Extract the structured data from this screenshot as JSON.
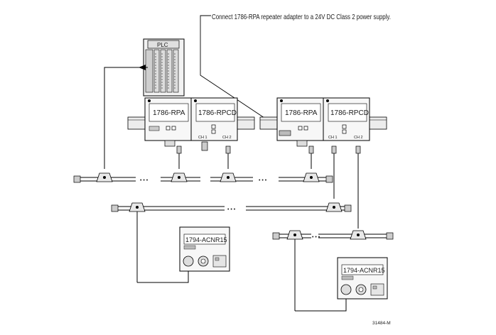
{
  "callout": "Connect 1786-RPA repeater adapter to a 24V DC Class 2 power supply.",
  "plc_label": "PLC",
  "group_left": {
    "rpa_label": "1786-RPA",
    "rpcd_label": "1786-RPCD",
    "ch1": "CH 1",
    "ch2": "CH 2"
  },
  "group_right": {
    "rpa_label": "1786-RPA",
    "rpcd_label": "1786-RPCD",
    "ch1": "CH 1",
    "ch2": "CH 2"
  },
  "adapter_left": "1794-ACNR15",
  "adapter_right": "1794-ACNR15",
  "figure_id": "31484-M",
  "ellipsis": "• • •"
}
